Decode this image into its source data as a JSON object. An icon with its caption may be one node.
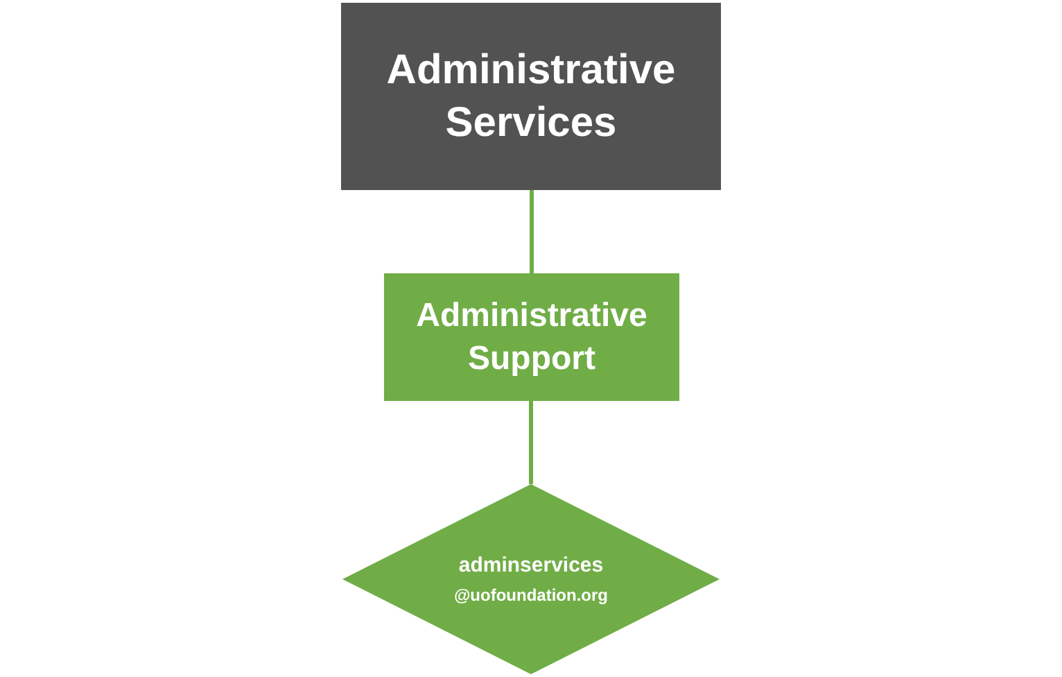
{
  "diagram": {
    "nodes": [
      {
        "text": [
          "Administrative Services"
        ]
      },
      {
        "text": [
          "Administrative Support"
        ]
      },
      {
        "text": [
          "adminservices",
          "@uofoundation.org"
        ]
      }
    ],
    "edges": [
      {
        "from": 0,
        "to": 1,
        "arrow": "none"
      },
      {
        "from": 1,
        "to": 2,
        "arrow": "none"
      }
    ]
  }
}
